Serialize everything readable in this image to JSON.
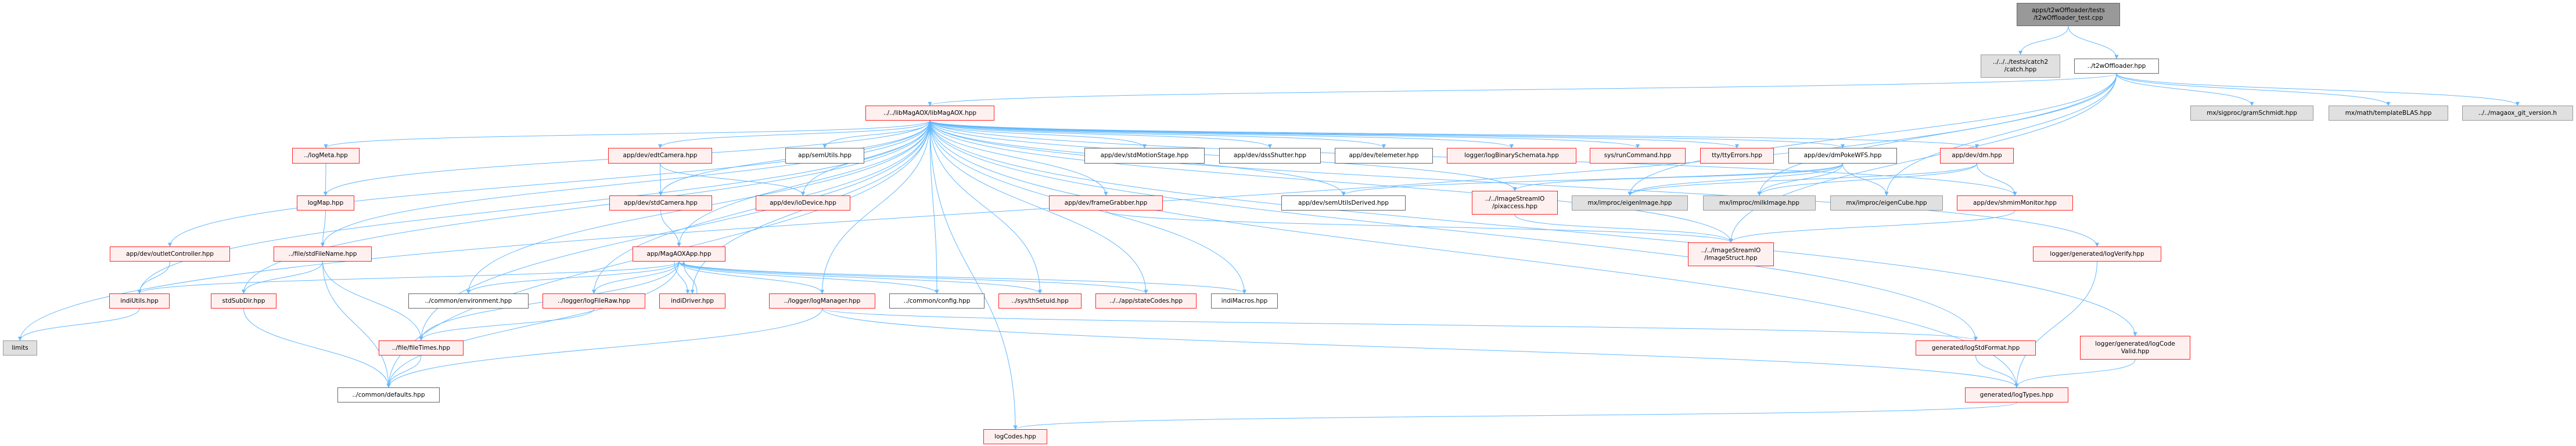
{
  "colors": {
    "edge": "#63b8ff",
    "red_border": "#ff2222",
    "red_fill": "#fff0f0",
    "gray_fill": "#e0e0e0",
    "root_fill": "#999999"
  },
  "nodes": [
    {
      "id": "root",
      "label": "apps/t2wOffloader/tests\n/t2wOffloader_test.cpp",
      "style": "root"
    },
    {
      "id": "catch",
      "label": "../../../tests/catch2\n/catch.hpp",
      "style": "gray"
    },
    {
      "id": "t2w",
      "label": "../t2wOffloader.hpp",
      "style": "white"
    },
    {
      "id": "lib",
      "label": "../../libMagAOX/libMagAOX.hpp",
      "style": "red"
    },
    {
      "id": "gram",
      "label": "mx/sigproc/gramSchmidt.hpp",
      "style": "gray"
    },
    {
      "id": "blas",
      "label": "mx/math/templateBLAS.hpp",
      "style": "gray"
    },
    {
      "id": "git",
      "label": "../../magaox_git_version.h",
      "style": "gray"
    },
    {
      "id": "logMeta",
      "label": "../logMeta.hpp",
      "style": "red"
    },
    {
      "id": "edtCamera",
      "label": "app/dev/edtCamera.hpp",
      "style": "red"
    },
    {
      "id": "semUtils",
      "label": "app/semUtils.hpp",
      "style": "white"
    },
    {
      "id": "stdMotion",
      "label": "app/dev/stdMotionStage.hpp",
      "style": "white"
    },
    {
      "id": "dss",
      "label": "app/dev/dssShutter.hpp",
      "style": "white"
    },
    {
      "id": "telemeter",
      "label": "app/dev/telemeter.hpp",
      "style": "white"
    },
    {
      "id": "binSchem",
      "label": "logger/logBinarySchemata.hpp",
      "style": "red"
    },
    {
      "id": "runCmd",
      "label": "sys/runCommand.hpp",
      "style": "red"
    },
    {
      "id": "tty",
      "label": "tty/ttyErrors.hpp",
      "style": "red"
    },
    {
      "id": "dmPoke",
      "label": "app/dev/dmPokeWFS.hpp",
      "style": "white"
    },
    {
      "id": "dm",
      "label": "app/dev/dm.hpp",
      "style": "red"
    },
    {
      "id": "logMap",
      "label": "logMap.hpp",
      "style": "red"
    },
    {
      "id": "stdCamera",
      "label": "app/dev/stdCamera.hpp",
      "style": "red"
    },
    {
      "id": "ioDevice",
      "label": "app/dev/ioDevice.hpp",
      "style": "red"
    },
    {
      "id": "frameGrabber",
      "label": "app/dev/frameGrabber.hpp",
      "style": "red"
    },
    {
      "id": "semDerived",
      "label": "app/dev/semUtilsDerived.hpp",
      "style": "white"
    },
    {
      "id": "pixaccess",
      "label": "../../ImageStreamIO\n/pixaccess.hpp",
      "style": "red"
    },
    {
      "id": "eigenImage",
      "label": "mx/improc/eigenImage.hpp",
      "style": "gray"
    },
    {
      "id": "milkImage",
      "label": "mx/improc/milkImage.hpp",
      "style": "gray"
    },
    {
      "id": "eigenCube",
      "label": "mx/improc/eigenCube.hpp",
      "style": "gray"
    },
    {
      "id": "shmim",
      "label": "app/dev/shmimMonitor.hpp",
      "style": "red"
    },
    {
      "id": "outlet",
      "label": "app/dev/outletController.hpp",
      "style": "red"
    },
    {
      "id": "stdFileName",
      "label": "../file/stdFileName.hpp",
      "style": "red"
    },
    {
      "id": "magaoxApp",
      "label": "app/MagAOXApp.hpp",
      "style": "red"
    },
    {
      "id": "imageStruct",
      "label": "../../ImageStreamIO\n/ImageStruct.hpp",
      "style": "red"
    },
    {
      "id": "logVerify",
      "label": "logger/generated/logVerify.hpp",
      "style": "red"
    },
    {
      "id": "indiUtils",
      "label": "indiUtils.hpp",
      "style": "red"
    },
    {
      "id": "stdSubDir",
      "label": "stdSubDir.hpp",
      "style": "red"
    },
    {
      "id": "environment",
      "label": "../common/environment.hpp",
      "style": "white"
    },
    {
      "id": "logFileRaw",
      "label": "../logger/logFileRaw.hpp",
      "style": "red"
    },
    {
      "id": "indiDriver",
      "label": "indiDriver.hpp",
      "style": "red"
    },
    {
      "id": "logManager",
      "label": "../logger/logManager.hpp",
      "style": "red"
    },
    {
      "id": "config",
      "label": "../common/config.hpp",
      "style": "white"
    },
    {
      "id": "thSetuid",
      "label": "../sys/thSetuid.hpp",
      "style": "red"
    },
    {
      "id": "stateCodes",
      "label": "../../app/stateCodes.hpp",
      "style": "red"
    },
    {
      "id": "indiMacros",
      "label": "indiMacros.hpp",
      "style": "white"
    },
    {
      "id": "limits",
      "label": "limits",
      "style": "gray"
    },
    {
      "id": "fileTimes",
      "label": "../file/fileTimes.hpp",
      "style": "red"
    },
    {
      "id": "logStdFormat",
      "label": "generated/logStdFormat.hpp",
      "style": "red"
    },
    {
      "id": "logCodeValid",
      "label": "logger/generated/logCode\nValid.hpp",
      "style": "red"
    },
    {
      "id": "defaults",
      "label": "../common/defaults.hpp",
      "style": "white"
    },
    {
      "id": "logTypes",
      "label": "generated/logTypes.hpp",
      "style": "red"
    },
    {
      "id": "logCodes",
      "label": "logCodes.hpp",
      "style": "red"
    }
  ],
  "edges": [
    [
      "root",
      "catch"
    ],
    [
      "root",
      "t2w"
    ],
    [
      "t2w",
      "lib"
    ],
    [
      "t2w",
      "limits"
    ],
    [
      "t2w",
      "gram"
    ],
    [
      "t2w",
      "blas"
    ],
    [
      "t2w",
      "git"
    ],
    [
      "t2w",
      "eigenImage"
    ],
    [
      "t2w",
      "milkImage"
    ],
    [
      "t2w",
      "eigenCube"
    ],
    [
      "t2w",
      "imageStruct"
    ],
    [
      "lib",
      "logMeta"
    ],
    [
      "lib",
      "logMap"
    ],
    [
      "lib",
      "stdFileName"
    ],
    [
      "lib",
      "outlet"
    ],
    [
      "lib",
      "indiUtils"
    ],
    [
      "lib",
      "stdSubDir"
    ],
    [
      "lib",
      "defaults"
    ],
    [
      "lib",
      "fileTimes"
    ],
    [
      "lib",
      "environment"
    ],
    [
      "lib",
      "logFileRaw"
    ],
    [
      "lib",
      "edtCamera"
    ],
    [
      "lib",
      "stdCamera"
    ],
    [
      "lib",
      "magaoxApp"
    ],
    [
      "lib",
      "semUtils"
    ],
    [
      "lib",
      "ioDevice"
    ],
    [
      "lib",
      "logManager"
    ],
    [
      "lib",
      "config"
    ],
    [
      "lib",
      "thSetuid"
    ],
    [
      "lib",
      "stateCodes"
    ],
    [
      "lib",
      "indiMacros"
    ],
    [
      "lib",
      "frameGrabber"
    ],
    [
      "lib",
      "stdMotion"
    ],
    [
      "lib",
      "dss"
    ],
    [
      "lib",
      "telemeter"
    ],
    [
      "lib",
      "binSchem"
    ],
    [
      "lib",
      "runCmd"
    ],
    [
      "lib",
      "tty"
    ],
    [
      "lib",
      "dmPoke"
    ],
    [
      "lib",
      "semDerived"
    ],
    [
      "lib",
      "pixaccess"
    ],
    [
      "lib",
      "imageStruct"
    ],
    [
      "lib",
      "dm"
    ],
    [
      "lib",
      "shmim"
    ],
    [
      "lib",
      "logVerify"
    ],
    [
      "lib",
      "logStdFormat"
    ],
    [
      "lib",
      "logCodeValid"
    ],
    [
      "lib",
      "logTypes"
    ],
    [
      "lib",
      "logCodes"
    ],
    [
      "lib",
      "indiDriver"
    ],
    [
      "logMeta",
      "logMap"
    ],
    [
      "logMap",
      "stdFileName"
    ],
    [
      "stdFileName",
      "stdSubDir"
    ],
    [
      "stdFileName",
      "fileTimes"
    ],
    [
      "stdFileName",
      "defaults"
    ],
    [
      "outlet",
      "indiUtils"
    ],
    [
      "indiUtils",
      "limits"
    ],
    [
      "stdSubDir",
      "defaults"
    ],
    [
      "fileTimes",
      "defaults"
    ],
    [
      "logFileRaw",
      "fileTimes"
    ],
    [
      "edtCamera",
      "stdCamera"
    ],
    [
      "edtCamera",
      "ioDevice"
    ],
    [
      "stdCamera",
      "magaoxApp"
    ],
    [
      "magaoxApp",
      "indiUtils"
    ],
    [
      "magaoxApp",
      "environment"
    ],
    [
      "magaoxApp",
      "logFileRaw"
    ],
    [
      "magaoxApp",
      "indiDriver"
    ],
    [
      "magaoxApp",
      "defaults"
    ],
    [
      "magaoxApp",
      "logManager"
    ],
    [
      "magaoxApp",
      "config"
    ],
    [
      "magaoxApp",
      "thSetuid"
    ],
    [
      "magaoxApp",
      "stateCodes"
    ],
    [
      "magaoxApp",
      "indiMacros"
    ],
    [
      "magaoxApp",
      "fileTimes"
    ],
    [
      "indiDriver",
      "magaoxApp"
    ],
    [
      "logManager",
      "defaults"
    ],
    [
      "logManager",
      "logStdFormat"
    ],
    [
      "logManager",
      "logTypes"
    ],
    [
      "frameGrabber",
      "imageStruct"
    ],
    [
      "dmPoke",
      "semDerived"
    ],
    [
      "dmPoke",
      "pixaccess"
    ],
    [
      "dmPoke",
      "eigenImage"
    ],
    [
      "dmPoke",
      "milkImage"
    ],
    [
      "dmPoke",
      "eigenCube"
    ],
    [
      "pixaccess",
      "imageStruct"
    ],
    [
      "dm",
      "milkImage"
    ],
    [
      "dm",
      "eigenImage"
    ],
    [
      "dm",
      "shmim"
    ],
    [
      "shmim",
      "imageStruct"
    ],
    [
      "logVerify",
      "logTypes"
    ],
    [
      "logStdFormat",
      "logTypes"
    ],
    [
      "logCodeValid",
      "logTypes"
    ],
    [
      "logTypes",
      "logCodes"
    ]
  ]
}
